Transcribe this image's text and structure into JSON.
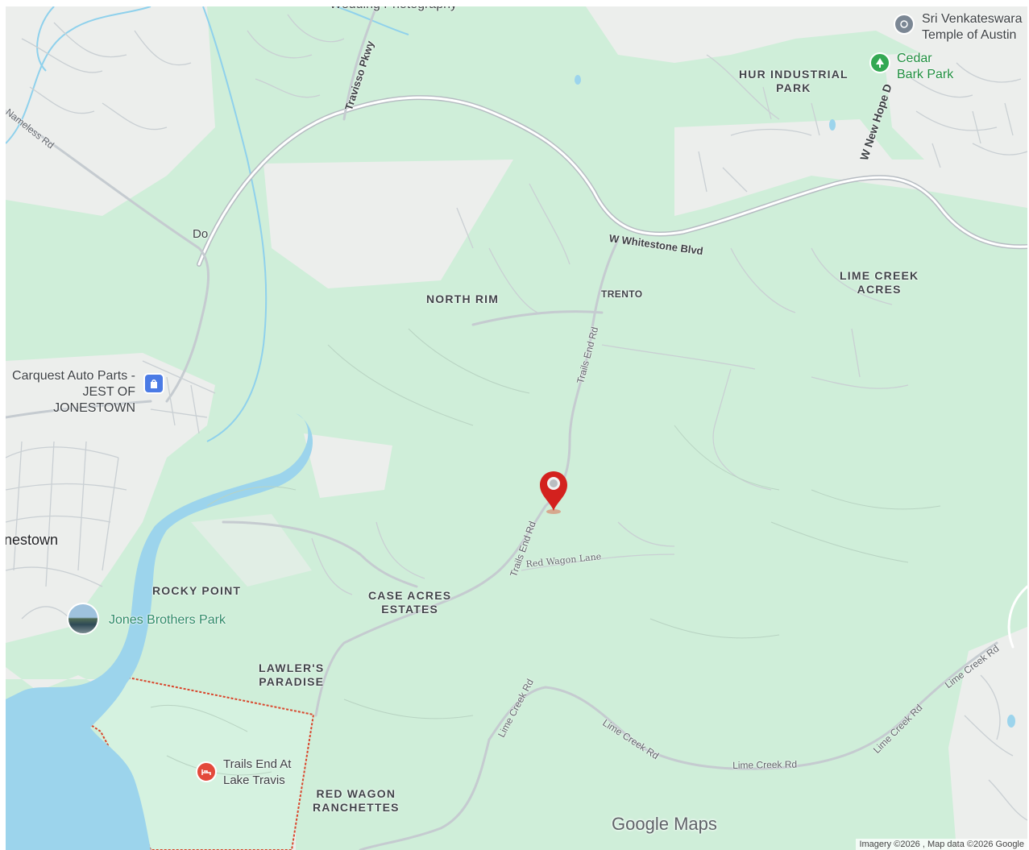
{
  "map": {
    "areas": [
      {
        "text": "NORTH RIM"
      },
      {
        "text": "TRENTO"
      },
      {
        "text": "HUR INDUSTRIAL\nPARK"
      },
      {
        "text": "LIME CREEK\nACRES"
      },
      {
        "text": "ROCKY POINT"
      },
      {
        "text": "CASE ACRES\nESTATES"
      },
      {
        "text": "LAWLER'S\nPARADISE"
      },
      {
        "text": "RED WAGON\nRANCHETTES"
      }
    ],
    "town": "nestown",
    "roads": {
      "travisso": "Travisso Pkwy",
      "nameless": "Nameless Rd",
      "whitestone": "W Whitestone Blvd",
      "new_hope": "W New Hope D",
      "trails_end_north": "Trails End Rd",
      "trails_end_south": "Trails End Rd",
      "red_wagon": "Red Wagon Lane",
      "lime_creek_1": "Lime Creek Rd",
      "lime_creek_2": "Lime Creek Rd",
      "lime_creek_3": "Lime Creek Rd",
      "lime_creek_4": "Lime Creek Rd",
      "lime_creek_5": "Lime Creek Rd"
    },
    "pois": {
      "carquest": "Carquest Auto Parts -\nJEST OF JONESTOWN",
      "jones_park": "Jones Brothers Park",
      "trails_end": "Trails End At\nLake Travis",
      "cedar_bark": "Cedar\nBark Park",
      "temple": "Sri Venkateswara\nTemple of Austin",
      "top_cut": "Wedding Photography",
      "partial": "Do"
    },
    "icons": {
      "shopping": "shopping-bag-icon",
      "park": "tree-icon",
      "temple": "temple-icon",
      "lodging": "lodging-icon",
      "pin": "location-pin-icon"
    },
    "colors": {
      "land": "#cfeed9",
      "developed": "#eceeec",
      "water": "#9cd4ec",
      "pin": "#d3211e",
      "park_boundary": "#d9462c"
    }
  },
  "brand": {
    "google": "Google",
    "maps": "Maps"
  },
  "attribution": "Imagery ©2026 , Map data ©2026 Google"
}
